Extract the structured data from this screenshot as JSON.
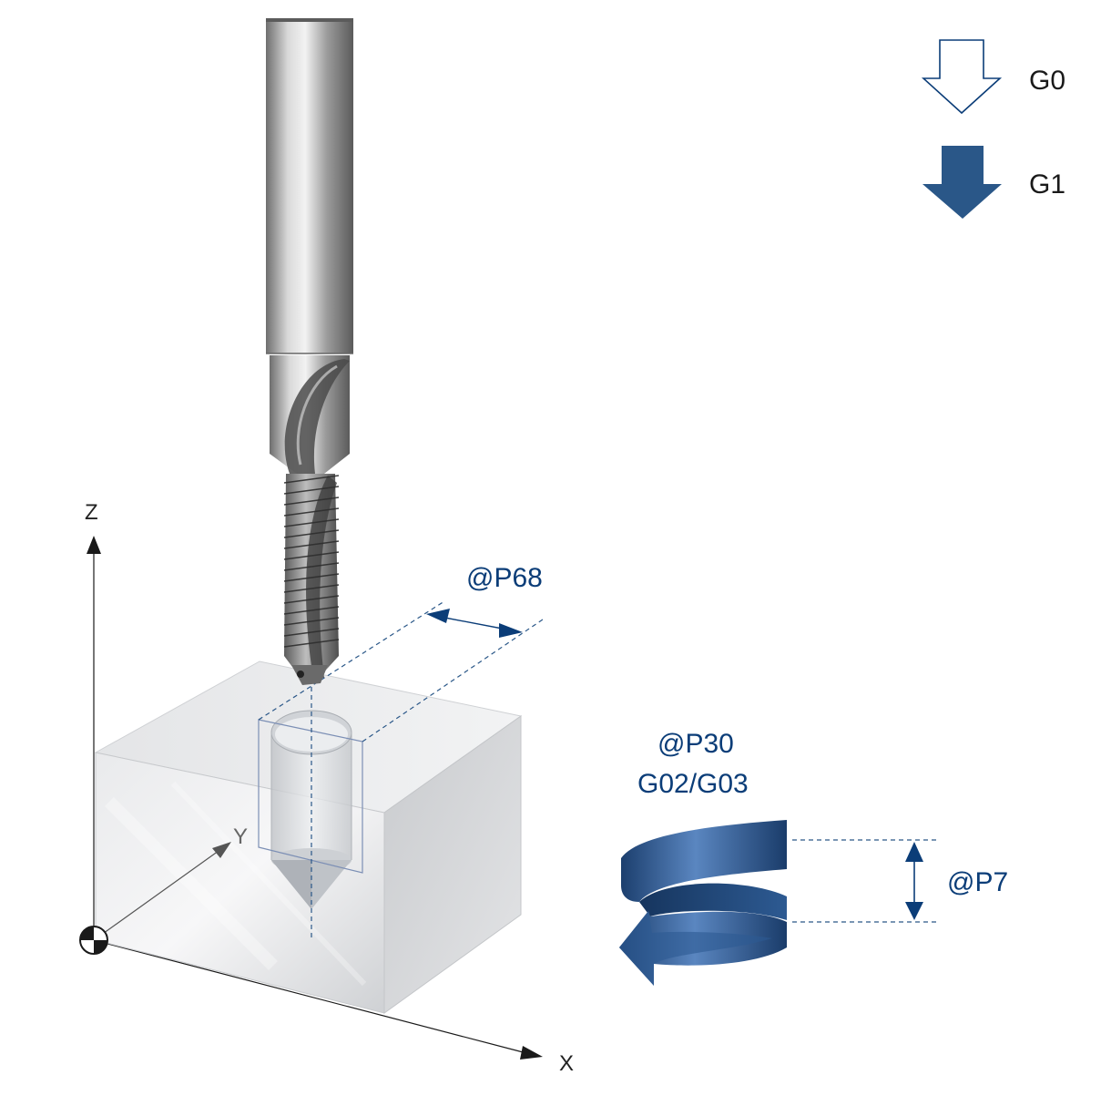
{
  "legend": {
    "rapid_label": "G0",
    "feed_label": "G1"
  },
  "axes": {
    "x_label": "X",
    "y_label": "Y",
    "z_label": "Z"
  },
  "parameters": {
    "pitch_label": "@P68",
    "direction_label": "@P30",
    "direction_codes": "G02/G03",
    "thread_depth_label": "@P7"
  },
  "colors": {
    "accent_blue": "#0b3d78",
    "helix_blue": "#2a5f9e",
    "block_gray": "#d8dadd",
    "tool_gray": "#9a9a9a"
  }
}
